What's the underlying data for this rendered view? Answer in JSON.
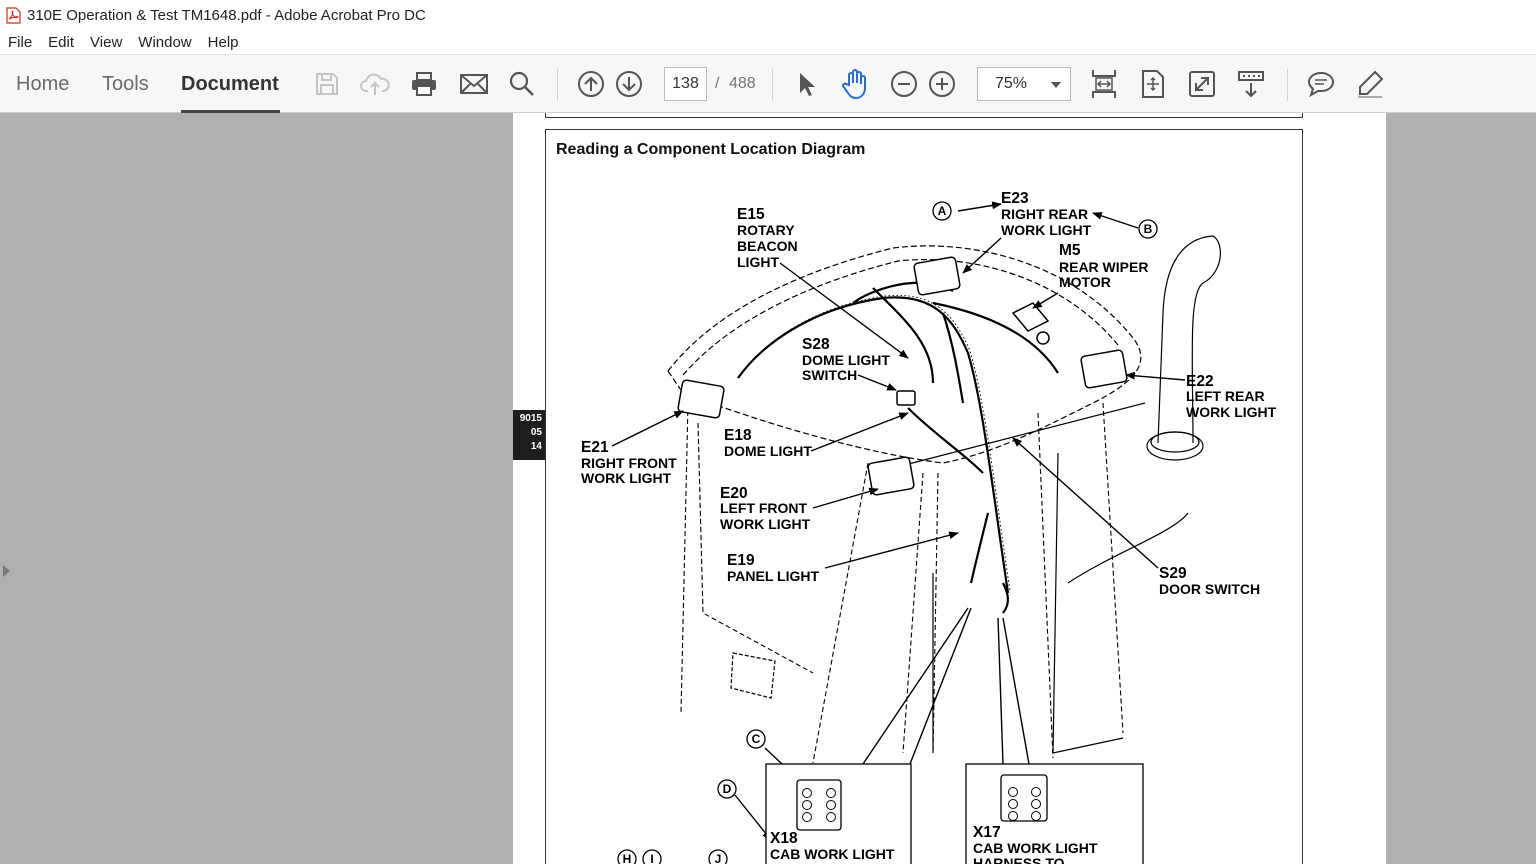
{
  "window": {
    "title": "310E Operation & Test TM1648.pdf - Adobe Acrobat Pro DC"
  },
  "menu": [
    "File",
    "Edit",
    "View",
    "Window",
    "Help"
  ],
  "tabs": {
    "home": "Home",
    "tools": "Tools",
    "document": "Document"
  },
  "toolbar": {
    "current_page": "138",
    "page_separator": "/",
    "total_pages": "488",
    "zoom": "75%"
  },
  "page": {
    "tab_marker": [
      "9015",
      "05",
      "14"
    ],
    "diagram_title": "Reading a Component Location Diagram",
    "labels": {
      "e23_code": "E23",
      "e23_l1": "RIGHT REAR",
      "e23_l2": "WORK LIGHT",
      "e15_code": "E15",
      "e15_l1": "ROTARY",
      "e15_l2": "BEACON",
      "e15_l3": "LIGHT",
      "m5_code": "M5",
      "m5_l1": "REAR WIPER",
      "m5_l2": "MOTOR",
      "s28_code": "S28",
      "s28_l1": "DOME LIGHT",
      "s28_l2": "SWITCH",
      "e22_code": "E22",
      "e22_l1": "LEFT REAR",
      "e22_l2": "WORK LIGHT",
      "e18_code": "E18",
      "e18_l1": "DOME LIGHT",
      "e21_code": "E21",
      "e21_l1": "RIGHT FRONT",
      "e21_l2": "WORK LIGHT",
      "e20_code": "E20",
      "e20_l1": "LEFT FRONT",
      "e20_l2": "WORK LIGHT",
      "e19_code": "E19",
      "e19_l1": "PANEL LIGHT",
      "s29_code": "S29",
      "s29_l1": "DOOR SWITCH",
      "x18_code": "X18",
      "x18_l1": "CAB WORK LIGHT",
      "x17_code": "X17",
      "x17_l1": "CAB WORK LIGHT",
      "x17_l2": "HARNESS TO",
      "callout_a": "A",
      "callout_b": "B",
      "callout_c": "C",
      "callout_d": "D",
      "callout_h": "H",
      "callout_i": "I",
      "callout_j": "J"
    }
  }
}
